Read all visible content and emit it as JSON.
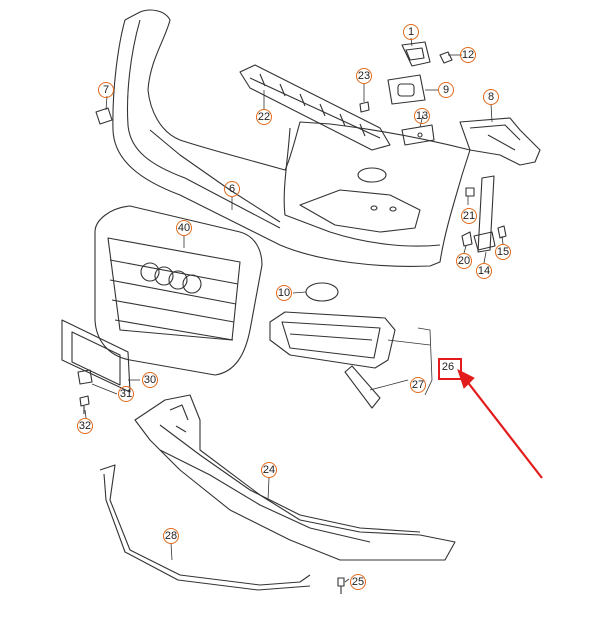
{
  "diagram": {
    "callouts": [
      {
        "id": "c1",
        "label": "1"
      },
      {
        "id": "c12",
        "label": "12"
      },
      {
        "id": "c23",
        "label": "23"
      },
      {
        "id": "c9",
        "label": "9"
      },
      {
        "id": "c7",
        "label": "7"
      },
      {
        "id": "c8",
        "label": "8"
      },
      {
        "id": "c22",
        "label": "22"
      },
      {
        "id": "c13",
        "label": "13"
      },
      {
        "id": "c6",
        "label": "6"
      },
      {
        "id": "c21",
        "label": "21"
      },
      {
        "id": "c40",
        "label": "40"
      },
      {
        "id": "c20",
        "label": "20"
      },
      {
        "id": "c14",
        "label": "14"
      },
      {
        "id": "c15",
        "label": "15"
      },
      {
        "id": "c10",
        "label": "10"
      },
      {
        "id": "c26",
        "label": "26"
      },
      {
        "id": "c27",
        "label": "27"
      },
      {
        "id": "c30",
        "label": "30"
      },
      {
        "id": "c31",
        "label": "31"
      },
      {
        "id": "c32",
        "label": "32"
      },
      {
        "id": "c24",
        "label": "24"
      },
      {
        "id": "c28",
        "label": "28"
      },
      {
        "id": "c25",
        "label": "25"
      }
    ],
    "colors": {
      "line": "#333333",
      "callout_ring": "#e06a1c",
      "highlight": "#e21c1c"
    },
    "highlighted_callout": "26"
  }
}
